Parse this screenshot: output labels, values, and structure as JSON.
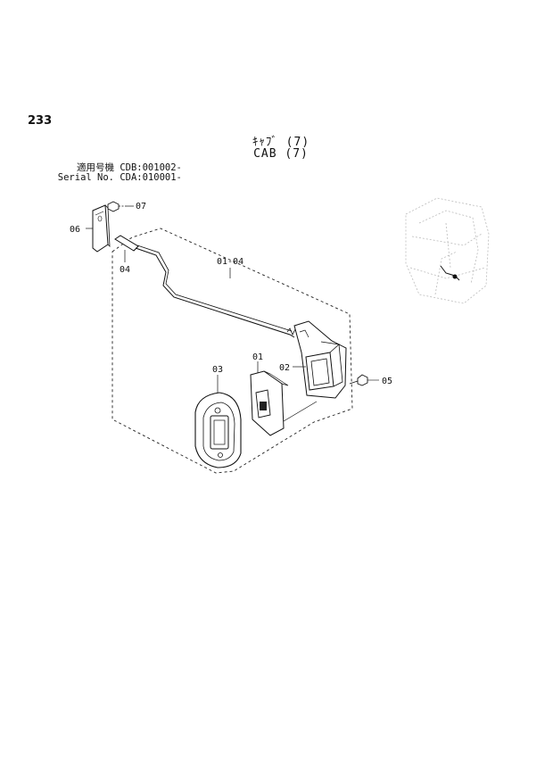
{
  "page": {
    "number": "233"
  },
  "title": {
    "japanese": "ｷｬﾌﾞ (7)",
    "english": "CAB (7)"
  },
  "serial": {
    "rows": [
      {
        "label": "適用号機",
        "value": "CDB:001002-"
      },
      {
        "label": "Serial No.",
        "value": "CDA:010001-"
      }
    ]
  },
  "callouts": {
    "c01": "01",
    "c02": "02",
    "c03": "03",
    "c04": "04",
    "c0104": "01-04",
    "c05": "05",
    "c06": "06",
    "c07": "07"
  }
}
